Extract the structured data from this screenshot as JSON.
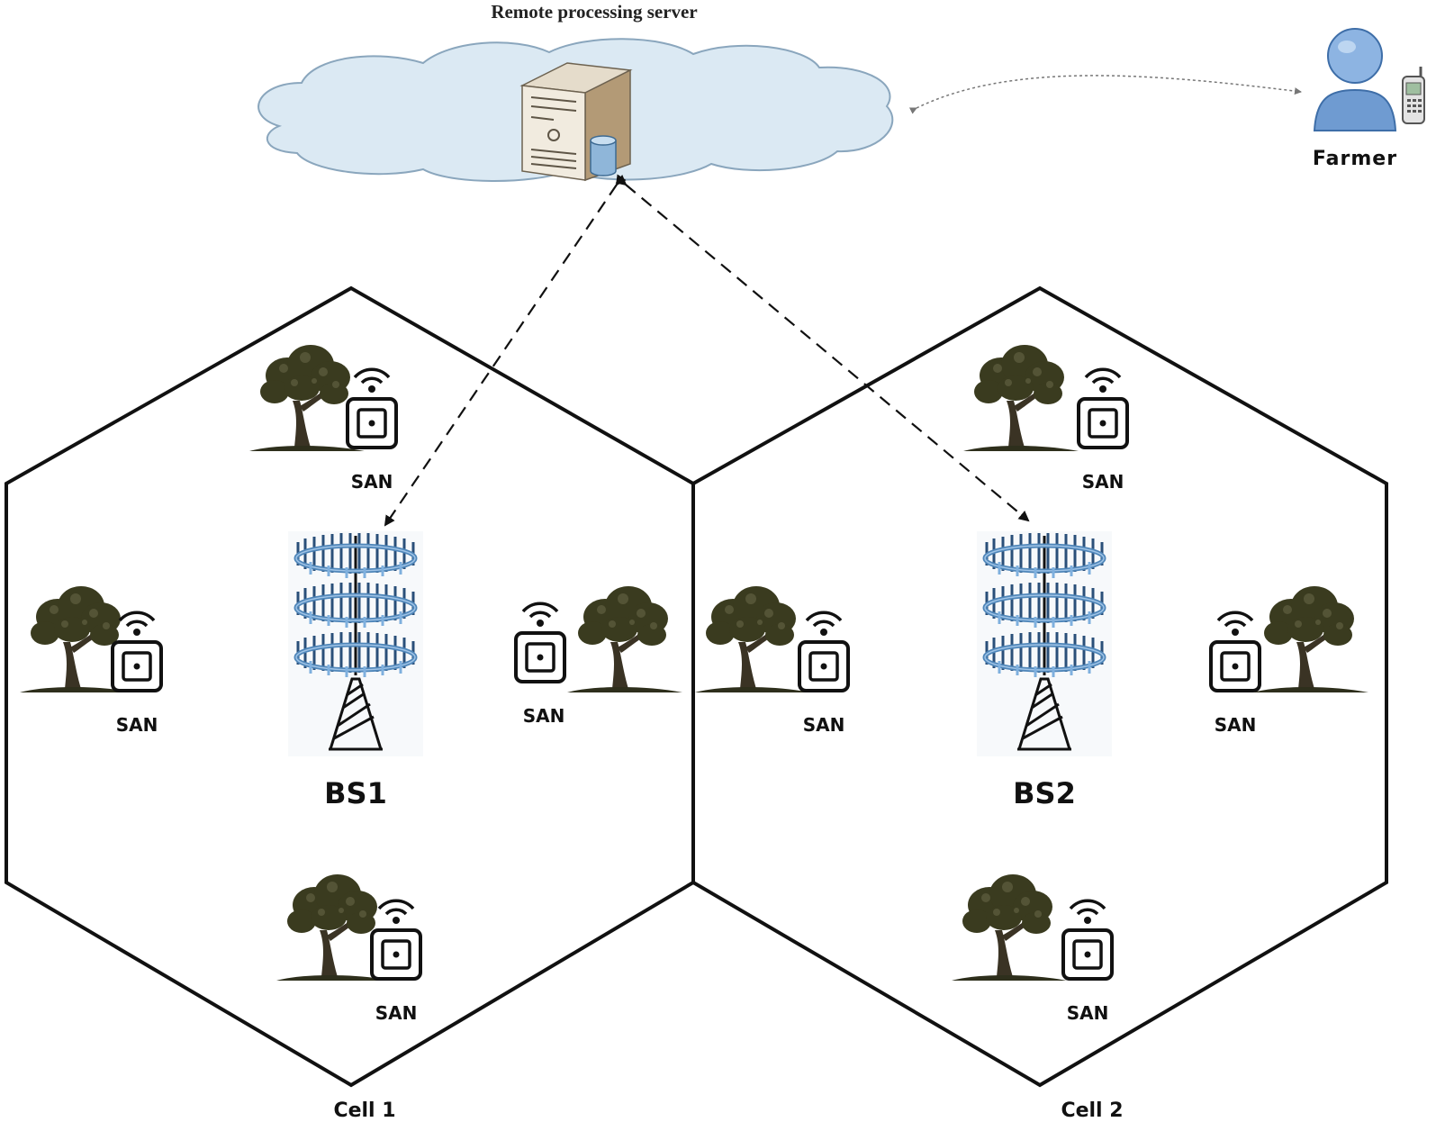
{
  "server": {
    "label": "Remote processing server"
  },
  "farmer": {
    "label": "Farmer"
  },
  "cells": [
    {
      "label": "Cell 1",
      "base_station": "BS1",
      "nodes": [
        "SAN",
        "SAN",
        "SAN",
        "SAN"
      ]
    },
    {
      "label": "Cell 2",
      "base_station": "BS2",
      "nodes": [
        "SAN",
        "SAN",
        "SAN",
        "SAN"
      ]
    }
  ],
  "colors": {
    "cloud_fill": "#dbe9f3",
    "cloud_stroke": "#8aa6bd",
    "antenna_blue": "#4f86b9",
    "person_blue": "#6f9bd1",
    "tree": "#3a3b1f"
  }
}
